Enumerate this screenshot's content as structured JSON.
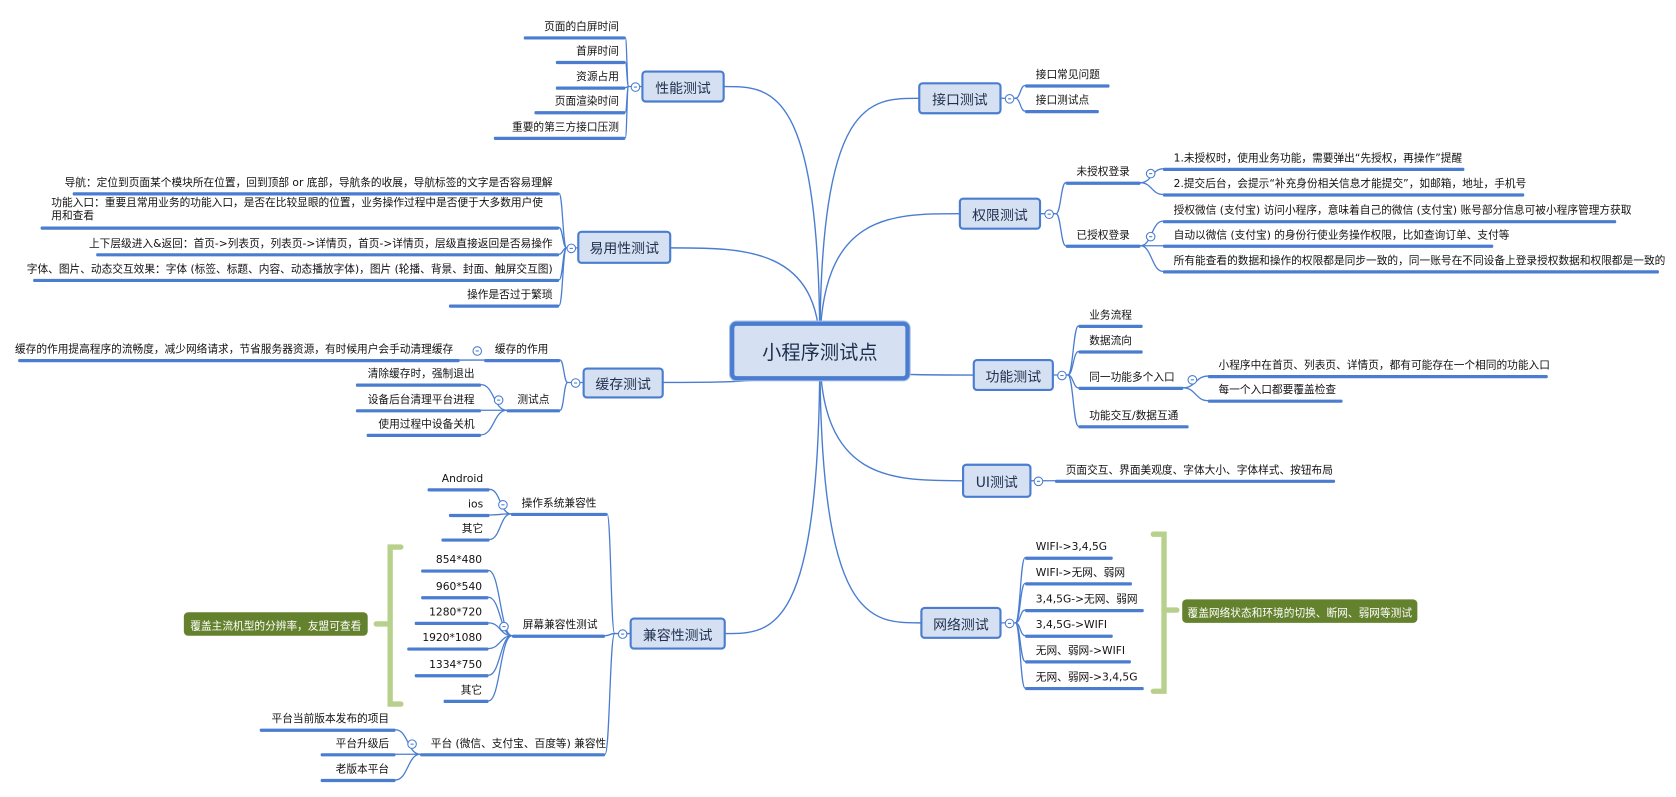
{
  "root": {
    "label": "小程序测试点"
  },
  "perf": {
    "label": "性能测试",
    "items": [
      "页面的白屏时间",
      "首屏时间",
      "资源占用",
      "页面渲染时间",
      "重要的第三方接口压测"
    ]
  },
  "usability": {
    "label": "易用性测试",
    "items": [
      "导航：定位到页面某个模块所在位置，回到顶部 or 底部，导航条的收展，导航标签的文字是否容易理解",
      "功能入口：重要且常用业务的功能入口，是否在比较显眼的位置，业务操作过程中是否便于大多数用户使用和查看",
      "上下层级进入&返回：首页->列表页，列表页->详情页，首页->详情页，层级直接返回是否易操作",
      "字体、图片、动态交互效果：字体 (标签、标题、内容、动态播放字体)，图片 (轮播、背景、封面、触屏交互图)",
      "操作是否过于繁琐"
    ]
  },
  "cache": {
    "label": "缓存测试",
    "items": [
      "缓存的作用",
      "测试点"
    ],
    "role_items": [
      "缓存的作用提高程序的流畅度，减少网络请求，节省服务器资源，有时候用户会手动清理缓存"
    ],
    "points_items": [
      "清除缓存时，强制退出",
      "设备后台清理平台进程",
      "使用过程中设备关机"
    ]
  },
  "compat": {
    "label": "兼容性测试",
    "items": [
      "操作系统兼容性",
      "屏幕兼容性测试",
      "平台 (微信、支付宝、百度等) 兼容性"
    ],
    "os_items": [
      "Android",
      "ios",
      "其它"
    ],
    "screen_items": [
      "854*480",
      "960*540",
      "1280*720",
      "1920*1080",
      "1334*750",
      "其它"
    ],
    "platform_items": [
      "平台当前版本发布的项目",
      "平台升级后",
      "老版本平台"
    ],
    "note": "覆盖主流机型的分辨率，友盟可查看"
  },
  "api": {
    "label": "接口测试",
    "items": [
      "接口常见问题",
      "接口测试点"
    ]
  },
  "auth": {
    "label": "权限测试",
    "items": [
      "未授权登录",
      "已授权登录"
    ],
    "unauth_items": [
      "1.未授权时，使用业务功能，需要弹出“先授权，再操作”提醒",
      "2.提交后台，会提示“补充身份相关信息才能提交”，如邮箱，地址，手机号"
    ],
    "authed_items": [
      "授权微信 (支付宝) 访问小程序，意味着自己的微信 (支付宝) 账号部分信息可被小程序管理方获取",
      "自动以微信 (支付宝) 的身份行使业务操作权限，比如查询订单、支付等",
      "所有能查看的数据和操作的权限都是同步一致的，同一账号在不同设备上登录授权数据和权限都是一致的"
    ]
  },
  "func": {
    "label": "功能测试",
    "items": [
      "业务流程",
      "数据流向",
      "同一功能多个入口",
      "功能交互/数据互通"
    ],
    "multi_items": [
      "小程序中在首页、列表页、详情页，都有可能存在一个相同的功能入口",
      "每一个入口都要覆盖检查"
    ]
  },
  "ui": {
    "label": "UI测试",
    "items": [
      "页面交互、界面美观度、字体大小、字体样式、按钮布局"
    ]
  },
  "net": {
    "label": "网络测试",
    "items": [
      "WIFI->3,4,5G",
      "WIFI->无网、弱网",
      "3,4,5G->无网、弱网",
      "3,4,5G->WIFI",
      "无网、弱网->WIFI",
      "无网、弱网->3,4,5G"
    ],
    "note": "覆盖网络状态和环境的切换、断网、弱网等测试"
  },
  "colors": {
    "line": "#4a7dd0",
    "box_fill": "#d5e1f2",
    "note_fill": "#64822e",
    "bracket": "#b7d08b"
  }
}
